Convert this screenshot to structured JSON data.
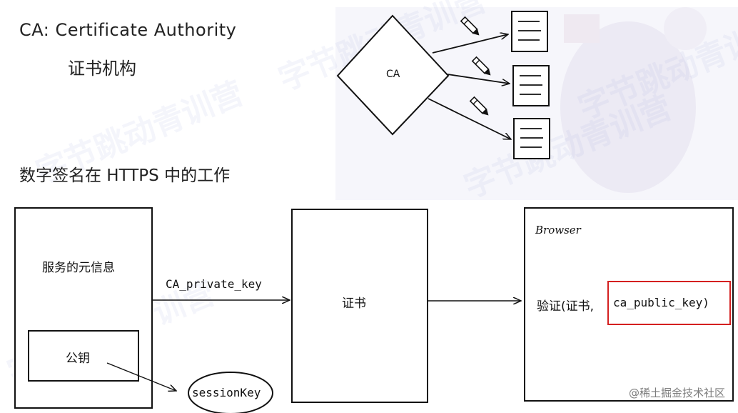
{
  "header": {
    "title_en": "CA: Certificate Authority",
    "title_cn": "证书机构",
    "subtitle": "数字签名在 HTTPS 中的工作"
  },
  "top_diagram": {
    "ca_label": "CA"
  },
  "bottom_diagram": {
    "server_meta": "服务的元信息",
    "public_key": "公钥",
    "session_key": "sessionKey",
    "arrow_label": "CA_private_key",
    "certificate": "证书",
    "browser_title": "Browser",
    "verify_prefix": "验证(证书,",
    "verify_key": "ca_public_key)"
  },
  "watermark": {
    "text": "字节跳动青训营"
  },
  "footer": {
    "attribution": "@稀土掘金技术社区"
  },
  "colors": {
    "highlight": "#d42020",
    "stroke": "#111111"
  }
}
